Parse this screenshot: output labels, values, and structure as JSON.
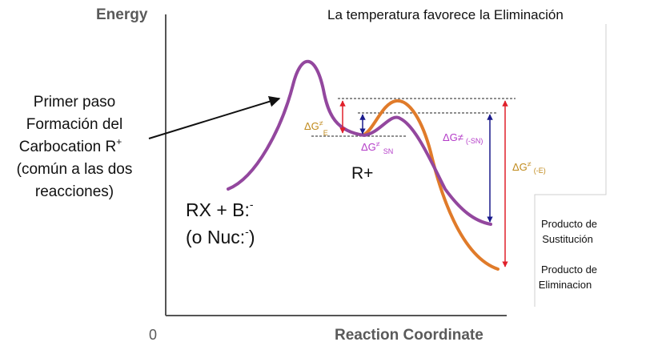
{
  "title": "La temperatura favorece la Eliminación",
  "axes": {
    "y_label": "Energy",
    "x_label": "Reaction Coordinate",
    "origin": "0"
  },
  "annotation": {
    "line1": "Primer paso",
    "line2": "Formación del",
    "line3": "Carbocation R",
    "line3_sup": "+",
    "line4": "(común a las dos",
    "line5": "reacciones)"
  },
  "reactants": {
    "line1_main": "RX + B:",
    "line1_sup": "-",
    "line2_open": "(o Nuc:",
    "line2_sup": "-",
    "line2_close": ")"
  },
  "intermediate": "R+",
  "energy_labels": {
    "ts_e_main": "ΔG",
    "ts_e_sup": "≠",
    "ts_e_sub": "E",
    "ts_sn_main": "ΔG",
    "ts_sn_sup": "≠",
    "ts_sn_sub": "SN",
    "overall_sn_main": "ΔG≠",
    "overall_sn_sub": "(-SN)",
    "overall_e_main": "ΔG",
    "overall_e_sup": "≠",
    "overall_e_sub": "(-E)"
  },
  "products": {
    "substitution_line1": "Producto de",
    "substitution_line2": "Sustitución",
    "elimination_line1": "Producto de",
    "elimination_line2": "Eliminacion"
  },
  "colors": {
    "substitution_curve": "#93479e",
    "elimination_curve": "#e07b2a",
    "label_gold": "#c08a1c",
    "label_purple": "#b43cc8",
    "arrow_red": "#e0202a",
    "arrow_blue": "#1a1a8c"
  }
}
